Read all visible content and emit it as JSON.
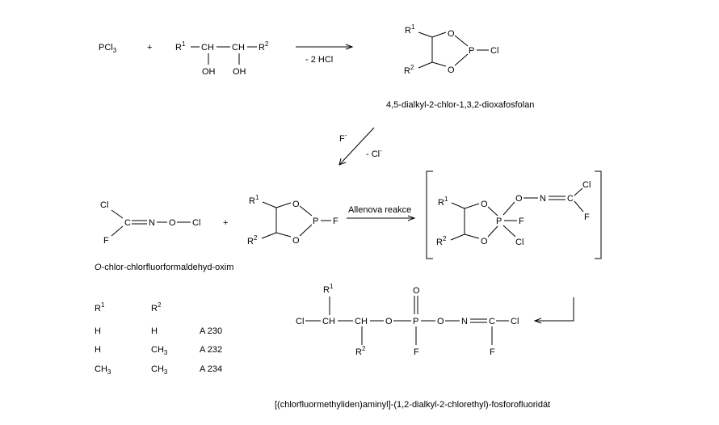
{
  "reaction1": {
    "pcl3": "PCl",
    "pcl3_sub": "3",
    "plus": "+",
    "r1": "R",
    "r1_sup": "1",
    "ch": "CH",
    "oh": "OH",
    "r2": "R",
    "r2_sup": "2",
    "conditions": "- 2 HCl"
  },
  "ring": {
    "o": "O",
    "p": "P",
    "cl": "Cl",
    "f": "F"
  },
  "product1_name": "4,5-dialkyl-2-chlor-1,3,2-dioxafosfolan",
  "step2": {
    "reagent": "F",
    "reagent_sup": "-",
    "loss": "- Cl",
    "loss_sup": "-"
  },
  "oxime": {
    "cl": "Cl",
    "c": "C",
    "n": "N",
    "o": "O",
    "f": "F",
    "name_italic": "O",
    "name_rest": "-chlor-chlorfluorformaldehyd-oxim"
  },
  "step3": {
    "label": "Allenova reakce"
  },
  "substituent_table": {
    "headers": [
      {
        "base": "R",
        "sup": "1"
      },
      {
        "base": "R",
        "sup": "2"
      }
    ],
    "rows": [
      {
        "r1": "H",
        "r1_sub": "",
        "r2": "H",
        "r2_sub": "",
        "code": "A 230"
      },
      {
        "r1": "H",
        "r1_sub": "",
        "r2": "CH",
        "r2_sub": "3",
        "code": "A 232"
      },
      {
        "r1": "CH",
        "r1_sub": "3",
        "r2": "CH",
        "r2_sub": "3",
        "code": "A 234"
      }
    ]
  },
  "final_product_name": "[(chlorfluormethyliden)aminyl]-(1,2-dialkyl-2-chlorethyl)-fosforofluoridát"
}
